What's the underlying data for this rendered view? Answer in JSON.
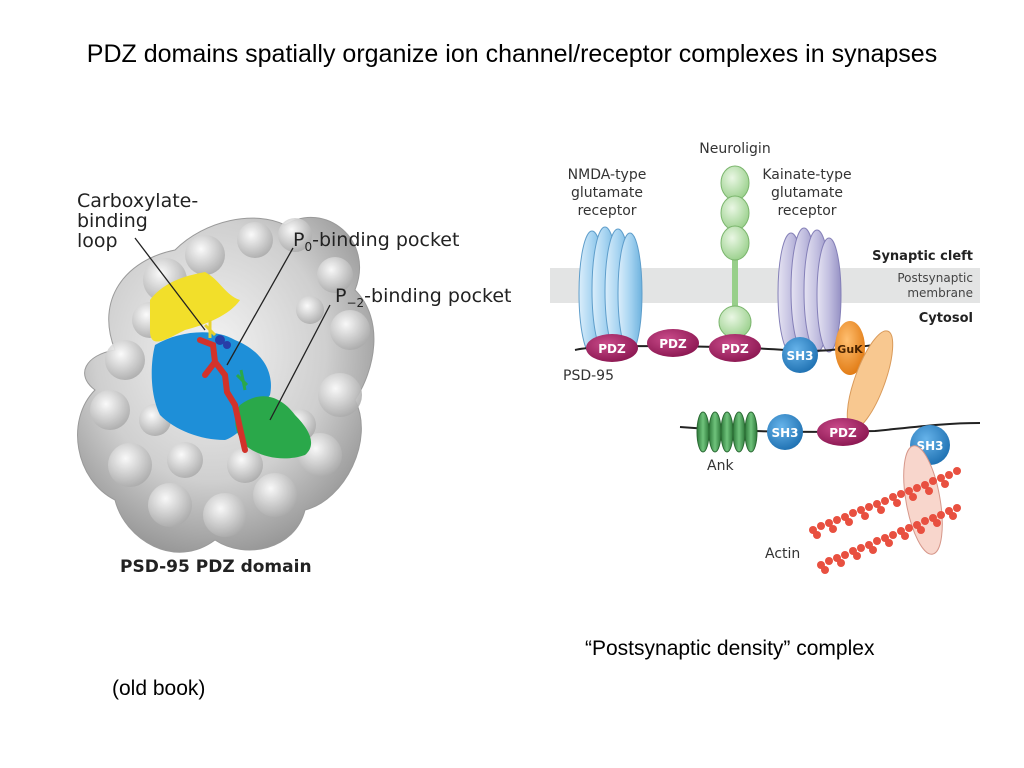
{
  "slide": {
    "title": "PDZ domains spatially organize ion channel/receptor complexes in synapses",
    "caption_right": "“Postsynaptic density” complex",
    "caption_left": "(old book)"
  },
  "left_figure": {
    "label_loop_1": "Carboxylate-",
    "label_loop_2": "binding",
    "label_loop_3": "loop",
    "label_p0_pre": "P",
    "label_p0_sub": "0",
    "label_p0_post": "-binding pocket",
    "label_p2_pre": "P",
    "label_p2_sub": "−2",
    "label_p2_post": "-binding pocket",
    "caption": "PSD-95 PDZ domain"
  },
  "right_figure": {
    "neuroligin": "Neuroligin",
    "nmda_1": "NMDA-type",
    "nmda_2": "glutamate",
    "nmda_3": "receptor",
    "kainate_1": "Kainate-type",
    "kainate_2": "glutamate",
    "kainate_3": "receptor",
    "synaptic_cleft": "Synaptic cleft",
    "membrane_1": "Postsynaptic",
    "membrane_2": "membrane",
    "cytosol": "Cytosol",
    "psd95": "PSD-95",
    "pdz": "PDZ",
    "sh3": "SH3",
    "guk": "GuK",
    "ank": "Ank",
    "actin": "Actin"
  },
  "colors": {
    "pdz": "#9c1f5e",
    "sh3": "#2f86c9",
    "guk": "#f08a1c",
    "membrane": "#e3e4e4",
    "yellow_loop": "#f2df2a",
    "blue_pocket": "#1e8fd8",
    "green_pocket": "#2aa84a",
    "peptide": "#d2322a",
    "actin": "#e85040"
  }
}
